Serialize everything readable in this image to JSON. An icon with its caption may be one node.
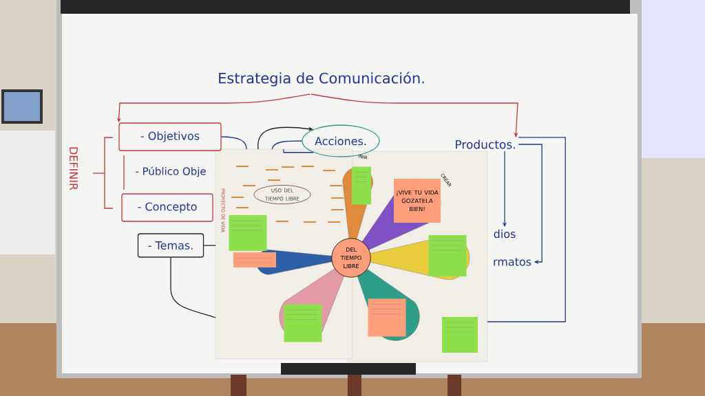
{
  "diagram": {
    "title": "Estrategia de Comunicación.",
    "nodes": [
      {
        "text": [
          "- Objetivos"
        ]
      },
      {
        "text": [
          "- Público Obje"
        ]
      },
      {
        "text": [
          "- Concepto"
        ]
      },
      {
        "text": [
          "- Temas."
        ]
      },
      {
        "text": [
          "Acciones."
        ]
      },
      {
        "text": [
          "Productos."
        ]
      },
      {
        "text": [
          "dios"
        ]
      },
      {
        "text": [
          "rmatos"
        ]
      },
      {
        "text": [
          "USO DEL TIEMPO LIBRE"
        ]
      },
      {
        "text": [
          "DEL TIEMPO LIBRE"
        ]
      }
    ],
    "edges": [
      {
        "from": null,
        "to": 0,
        "arrow": "to",
        "color": "#c8343a"
      },
      {
        "from": null,
        "to": 5,
        "arrow": "to",
        "color": "#c8343a"
      },
      {
        "from": 0,
        "to": null,
        "arrow": "none"
      },
      {
        "from": null,
        "to": 4,
        "arrow": "to",
        "color": "#222222"
      },
      {
        "from": null,
        "to": 4,
        "arrow": "none"
      },
      {
        "from": null,
        "to": 4,
        "arrow": "none"
      },
      {
        "from": 5,
        "to": 6,
        "arrow": "to"
      },
      {
        "from": 5,
        "to": 7,
        "arrow": "to"
      },
      {
        "from": 5,
        "to": null,
        "arrow": "none"
      },
      {
        "from": 3,
        "to": null,
        "arrow": "none",
        "color": "#222222"
      },
      {
        "from": 3,
        "to": null,
        "arrow": "none",
        "color": "#222222"
      }
    ],
    "labels": [
      "DEFINIR",
      "PROYECTO DE VIDA",
      "INIR",
      "CREAR",
      "¡VIVE TU VIDA GOZATELA BIEN!"
    ]
  }
}
